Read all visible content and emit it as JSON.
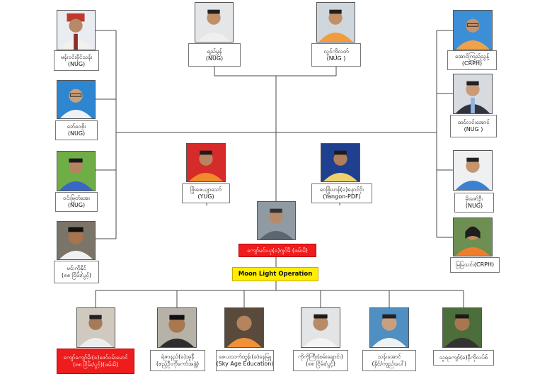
{
  "nodes": {
    "left1": {
      "name": "မန်းဝင်းခိုင်သန်း",
      "affiliation": "(NUG)"
    },
    "left2": {
      "name": "ဒော်ဝေစိုး",
      "affiliation": "(NUG)"
    },
    "left3": {
      "name": "ဝင်းမြတ်အေး",
      "affiliation": "(NUG)"
    },
    "left4": {
      "name": "မင်းကိုနိုင်",
      "affiliation": "(၈၈ ငြိမ်း/ပွင့်)"
    },
    "top1": {
      "name": "ရည်မွန်",
      "affiliation": "(NUG)"
    },
    "top2": {
      "name": "လွင်ကိုလတ်",
      "affiliation": "(NUG )"
    },
    "right1": {
      "name": "အောင်ကြည်ညွန့်",
      "affiliation": "(CRPH)"
    },
    "right2": {
      "name": "ထင်လင်းအောင်",
      "affiliation": "(NUG )"
    },
    "right3": {
      "name": "မိုးဇော်ဦး",
      "affiliation": "(NUG)"
    },
    "right4": {
      "name": "မြမြသင်း(CRPH)",
      "affiliation": ""
    },
    "mid1": {
      "name": "ဖြိုးဇေယျာသော်",
      "affiliation": "(YUG)"
    },
    "mid2": {
      "name": "ဝေဖြိုးဟန်(ခ)နောင်ဝိုး",
      "affiliation": "(Yangon-PDF)"
    },
    "center": {
      "name": "ကျော်မင်းယု(ခ)ဂျင်မီ (ဖမ်းမိ)",
      "affiliation": ""
    },
    "operation": {
      "name": "Moon Light Operation",
      "affiliation": ""
    },
    "bottom1": {
      "name": "ကျော်ကျော်မိုး(ခ)ဇော်ဝမ်းမောင်",
      "affiliation": "(၈၈ ငြိမ်း/ပွင့်)(ဖမ်းမိ)"
    },
    "bottom2": {
      "name": "ရဲဇာနည်(ခ)အူနီ",
      "affiliation": "(ဧည့်ဦးကိုကော်အဖွဲ့)"
    },
    "bottom3": {
      "name": "ဇေယသက်ထွန်း(ခ)နေမြူ",
      "affiliation": "(Sky Age Education)"
    },
    "bottom4": {
      "name": "ကိုကိုကြီး(စမ်းချောင်း)",
      "affiliation": "(၈၈ ငြိမ်း/ပွင့်)"
    },
    "bottom5": {
      "name": "သန်းအောင်",
      "affiliation": "(နိုင်/ကျည်းပေါ်)"
    },
    "bottom6": {
      "name": "သူရကျော်(ခ)နီကိုလပ်စ်",
      "affiliation": ""
    }
  },
  "colors": {
    "highlight_red": "#ee1c1c",
    "operation_yellow": "#ffee00",
    "line": "#4a4a4a"
  }
}
